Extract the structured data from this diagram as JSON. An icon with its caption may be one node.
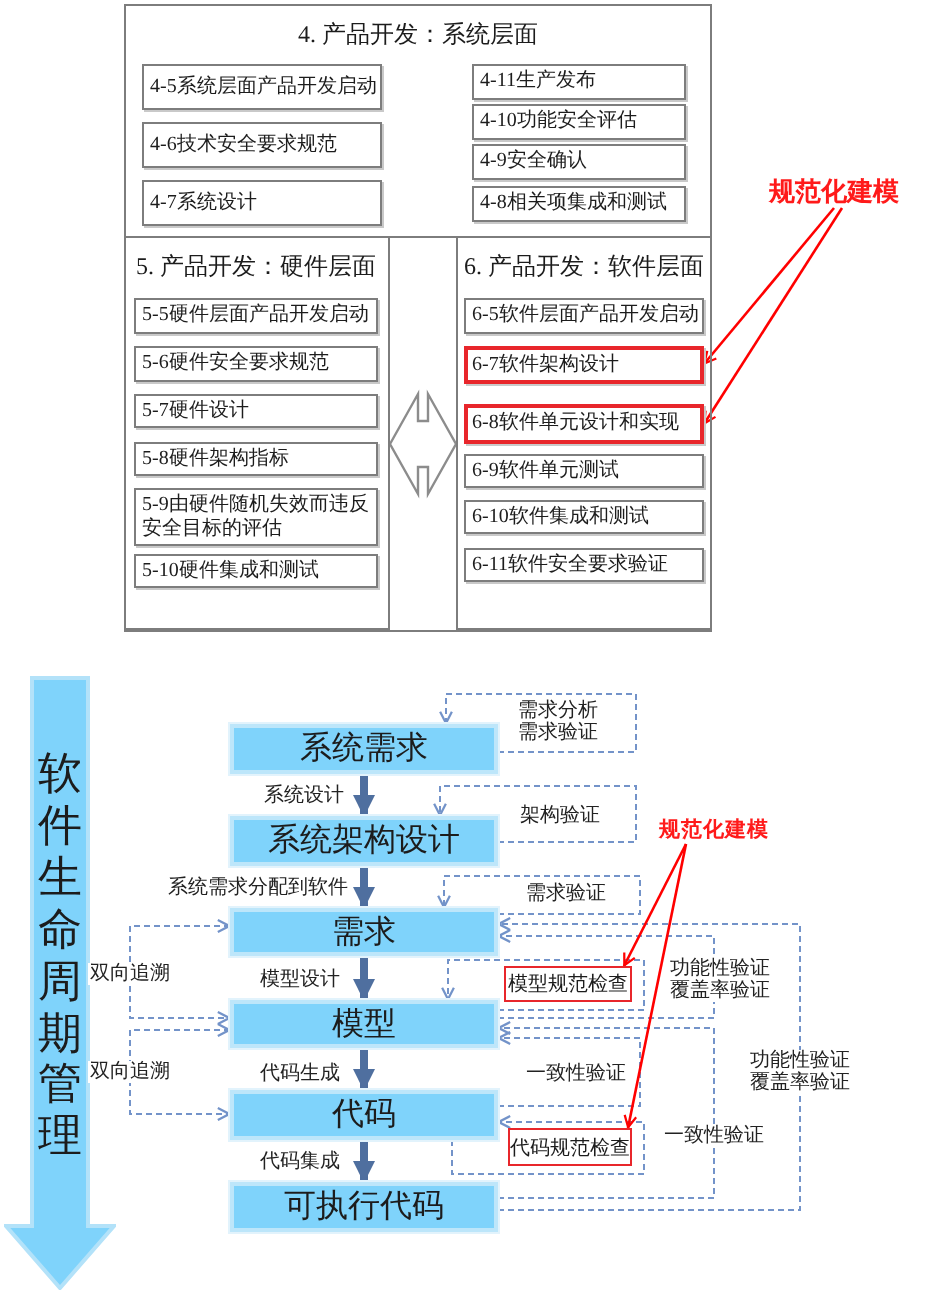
{
  "diagram": {
    "nodes": [
      {
        "text": [
          "4. 产品开发：系统层面"
        ]
      },
      {
        "text": [
          "4-5系统层面产品开发启动"
        ],
        "in": 0
      },
      {
        "text": [
          "4-6技术安全要求规范"
        ],
        "in": 0
      },
      {
        "text": [
          "4-7系统设计"
        ],
        "in": 0
      },
      {
        "text": [
          "4-11生产发布"
        ],
        "in": 0
      },
      {
        "text": [
          "4-10功能安全评估"
        ],
        "in": 0
      },
      {
        "text": [
          "4-9安全确认"
        ],
        "in": 0
      },
      {
        "text": [
          "4-8相关项集成和测试"
        ],
        "in": 0
      },
      {
        "text": [
          "5. 产品开发：硬件层面"
        ]
      },
      {
        "text": [
          "5-5硬件层面产品开发启动"
        ],
        "in": 8
      },
      {
        "text": [
          "5-6硬件安全要求规范"
        ],
        "in": 8
      },
      {
        "text": [
          "5-7硬件设计"
        ],
        "in": 8
      },
      {
        "text": [
          "5-8硬件架构指标"
        ],
        "in": 8
      },
      {
        "text": [
          "5-9由硬件随机失效而违反安全目标的评估"
        ],
        "in": 8
      },
      {
        "text": [
          "5-10硬件集成和测试"
        ],
        "in": 8
      },
      {
        "text": [
          "6. 产品开发：软件层面"
        ]
      },
      {
        "text": [
          "6-5软件层面产品开发启动"
        ],
        "in": 15
      },
      {
        "text": [
          "6-7软件架构设计"
        ],
        "in": 15
      },
      {
        "text": [
          "6-8软件单元设计和实现"
        ],
        "in": 15
      },
      {
        "text": [
          "6-9软件单元测试"
        ],
        "in": 15
      },
      {
        "text": [
          "6-10软件集成和测试"
        ],
        "in": 15
      },
      {
        "text": [
          "6-11软件安全要求验证"
        ],
        "in": 15
      },
      {
        "text": [
          "规范化建模"
        ]
      },
      {
        "text": [
          "软件生命周期管理"
        ]
      },
      {
        "text": [
          "系统需求"
        ]
      },
      {
        "text": [
          "系统架构设计"
        ]
      },
      {
        "text": [
          "需求"
        ]
      },
      {
        "text": [
          "模型"
        ]
      },
      {
        "text": [
          "代码"
        ]
      },
      {
        "text": [
          "可执行代码"
        ]
      },
      {
        "text": [
          "规范化建模"
        ]
      },
      {
        "text": [
          "模型规范检查"
        ]
      },
      {
        "text": [
          "代码规范检查"
        ]
      }
    ],
    "edges": [
      {
        "from": 8,
        "to": 15,
        "arrow": "both",
        "color": "#8c8c8c"
      },
      {
        "from": 22,
        "to": 17,
        "arrow": "to",
        "color": "#ff0000"
      },
      {
        "from": 22,
        "to": 18,
        "arrow": "to",
        "color": "#ff0000"
      },
      {
        "from": 24,
        "to": 25,
        "arrow": "to",
        "label": "系统设计",
        "style": "thick",
        "color": "#4f6f9f"
      },
      {
        "from": 25,
        "to": 26,
        "arrow": "to",
        "label": "系统需求分配到软件",
        "style": "thick",
        "color": "#4f6f9f"
      },
      {
        "from": 26,
        "to": 27,
        "arrow": "to",
        "label": "模型设计",
        "style": "thick",
        "color": "#4f6f9f"
      },
      {
        "from": 27,
        "to": 28,
        "arrow": "to",
        "label": "代码生成",
        "style": "thick",
        "color": "#4f6f9f"
      },
      {
        "from": 28,
        "to": 29,
        "arrow": "to",
        "label": "代码集成",
        "style": "thick",
        "color": "#4f6f9f"
      },
      {
        "from": 24,
        "to": 24,
        "arrow": "to",
        "label": "需求分析需求验证",
        "style": "dashed"
      },
      {
        "from": 25,
        "to": 25,
        "arrow": "to",
        "label": "架构验证",
        "style": "dashed"
      },
      {
        "from": 26,
        "to": 26,
        "arrow": "to",
        "label": "需求验证",
        "style": "dashed"
      },
      {
        "from": 27,
        "to": 27,
        "arrow": "to",
        "style": "dashed"
      },
      {
        "from": 27,
        "to": 26,
        "arrow": "to",
        "label": "功能性验证覆盖率验证",
        "style": "dashed"
      },
      {
        "from": 28,
        "to": 27,
        "arrow": "to",
        "label": "一致性验证",
        "style": "dashed"
      },
      {
        "from": 29,
        "to": 27,
        "arrow": "to",
        "label": "一致性验证",
        "style": "dashed"
      },
      {
        "from": 29,
        "to": 26,
        "arrow": "to",
        "label": "功能性验证覆盖率验证",
        "style": "dashed"
      },
      {
        "from": 28,
        "to": 28,
        "arrow": "to",
        "style": "dashed"
      },
      {
        "from": 26,
        "to": 27,
        "arrow": "both",
        "label": "双向追溯",
        "style": "dashed"
      },
      {
        "from": 27,
        "to": 28,
        "arrow": "both",
        "label": "双向追溯",
        "style": "dashed"
      },
      {
        "from": 30,
        "to": 31,
        "arrow": "to",
        "color": "#ff0000"
      },
      {
        "from": 30,
        "to": 32,
        "arrow": "to",
        "color": "#ff0000"
      }
    ]
  }
}
